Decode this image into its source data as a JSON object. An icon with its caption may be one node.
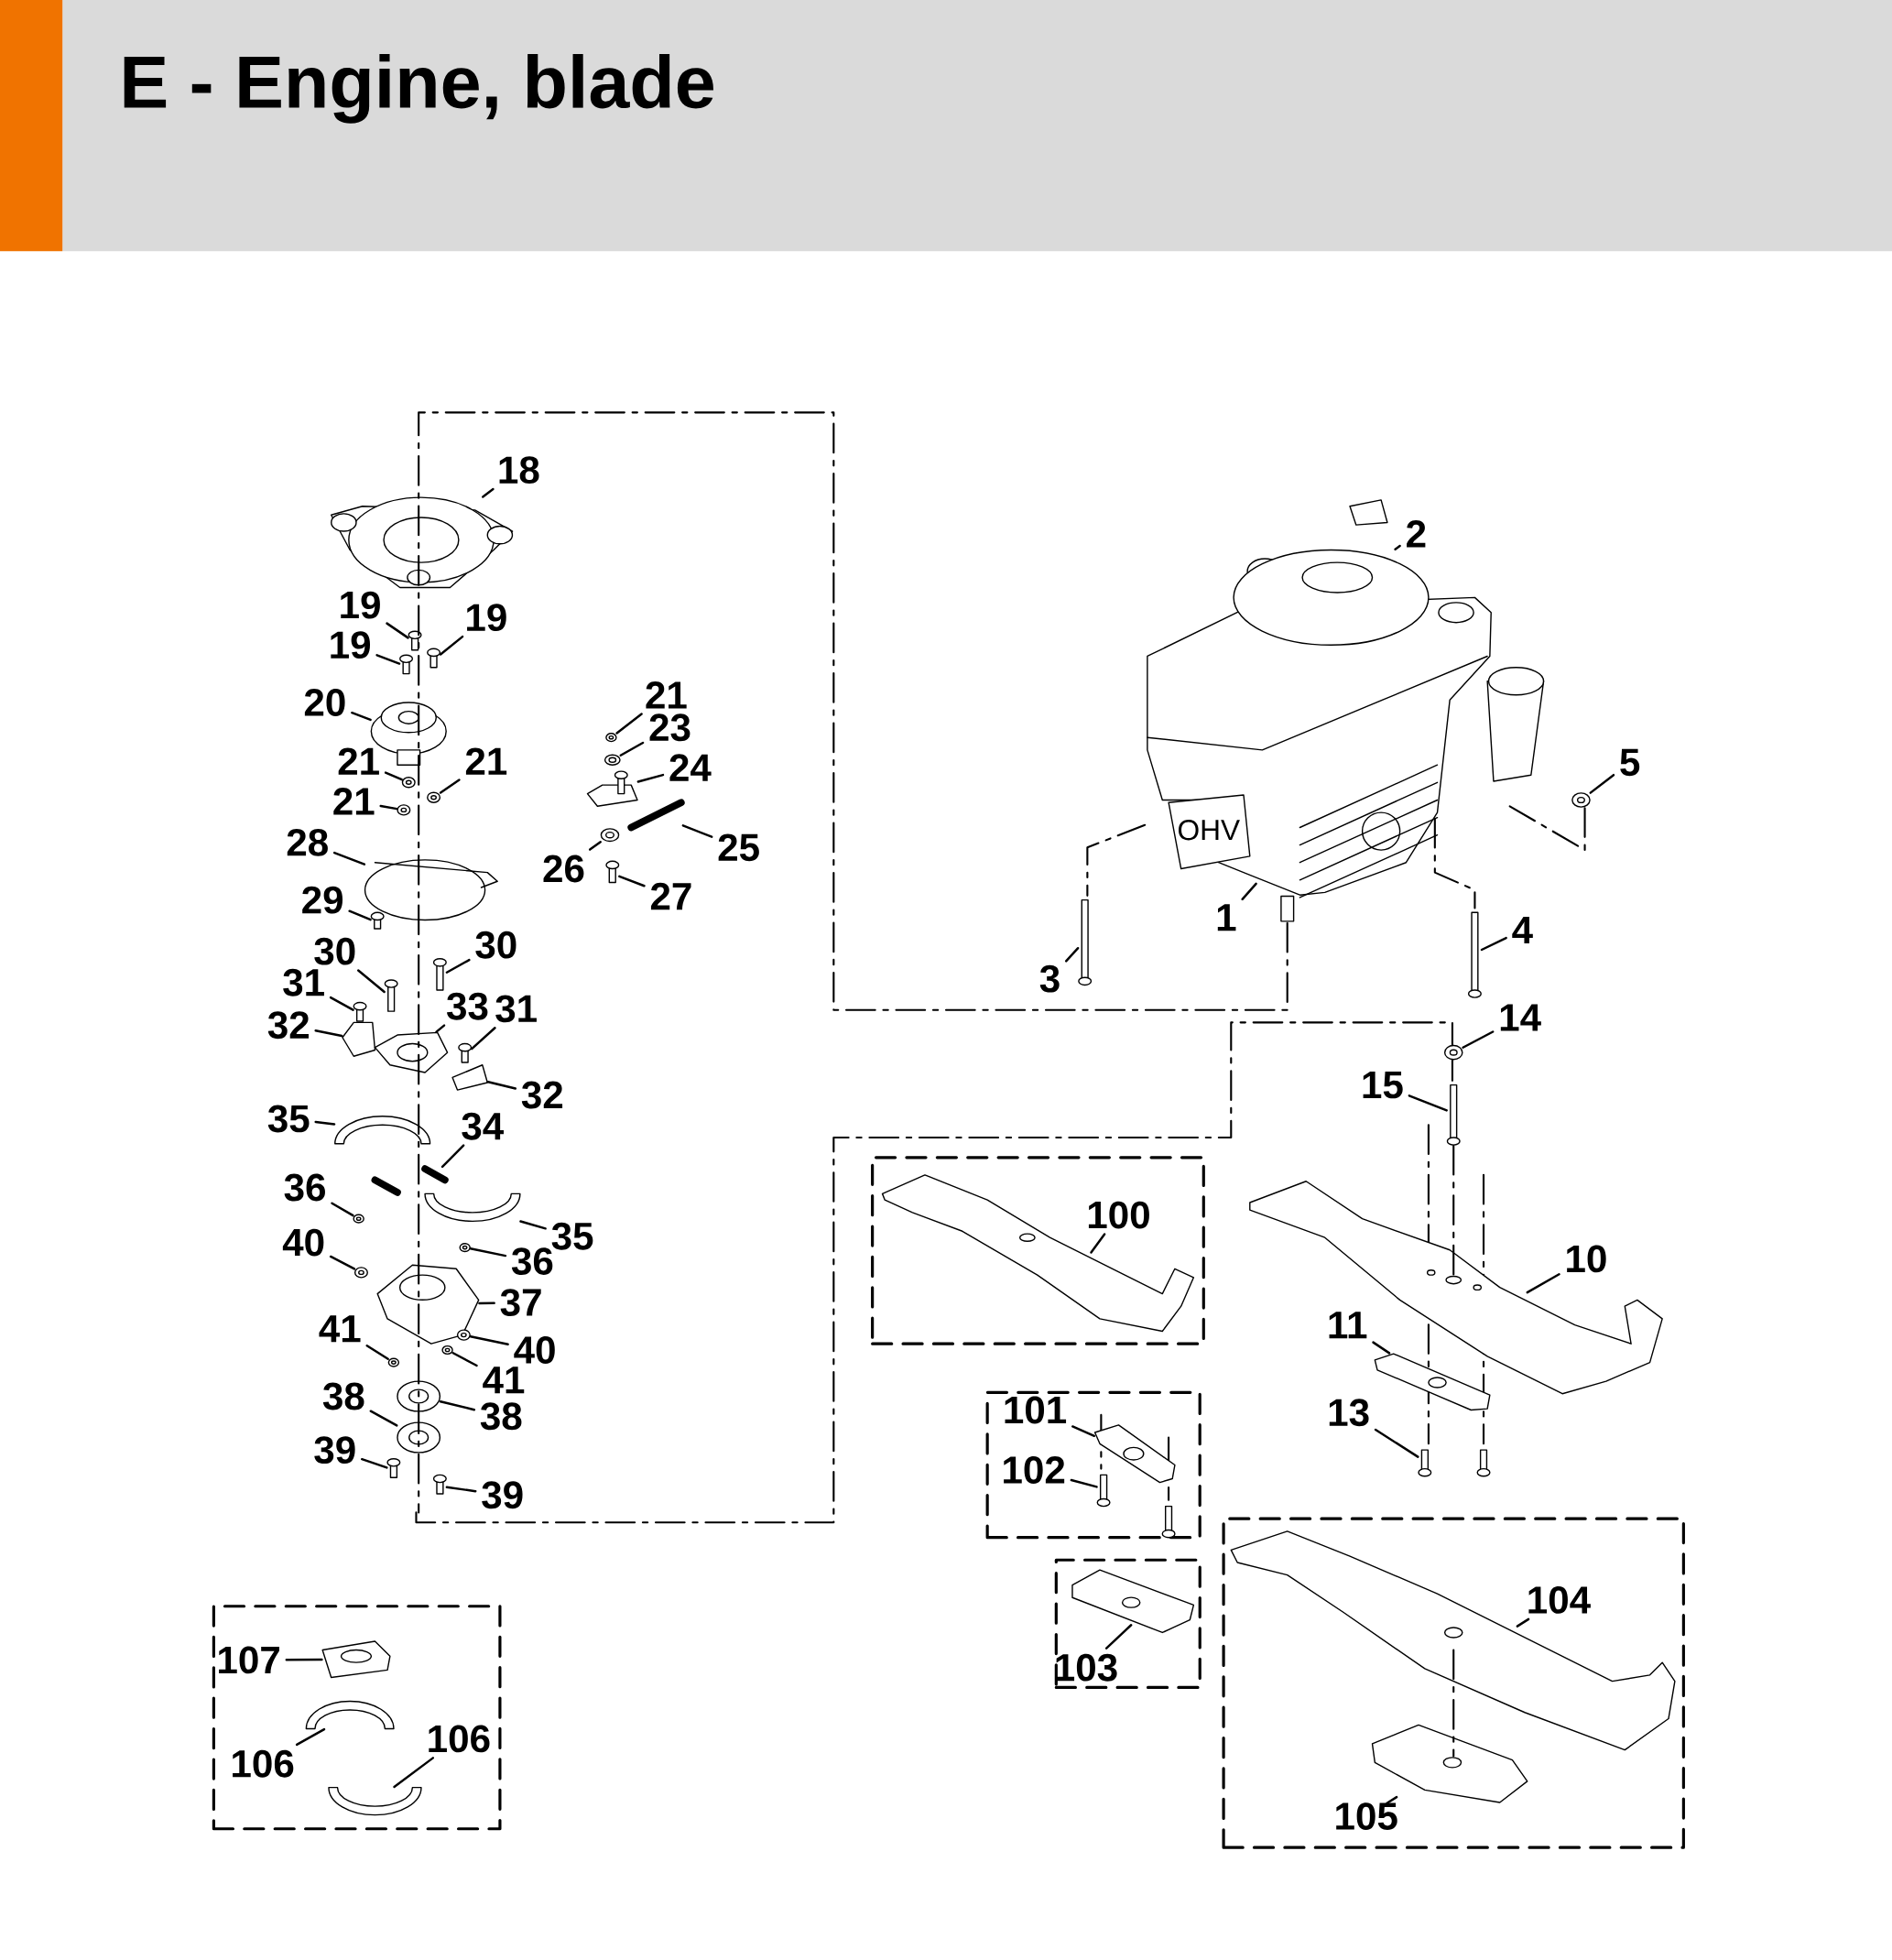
{
  "diagram": {
    "title": "E - Engine, blade",
    "nodes": [
      {
        "text": [
          "18"
        ]
      },
      {
        "text": [
          "19"
        ]
      },
      {
        "text": [
          "19"
        ]
      },
      {
        "text": [
          "19"
        ]
      },
      {
        "text": [
          "20"
        ]
      },
      {
        "text": [
          "21"
        ]
      },
      {
        "text": [
          "21"
        ]
      },
      {
        "text": [
          "21"
        ]
      },
      {
        "text": [
          "21"
        ]
      },
      {
        "text": [
          "23"
        ]
      },
      {
        "text": [
          "24"
        ]
      },
      {
        "text": [
          "25"
        ]
      },
      {
        "text": [
          "26"
        ]
      },
      {
        "text": [
          "27"
        ]
      },
      {
        "text": [
          "28"
        ]
      },
      {
        "text": [
          "29"
        ]
      },
      {
        "text": [
          "30"
        ]
      },
      {
        "text": [
          "30"
        ]
      },
      {
        "text": [
          "31"
        ]
      },
      {
        "text": [
          "32"
        ]
      },
      {
        "text": [
          "33"
        ]
      },
      {
        "text": [
          "31"
        ]
      },
      {
        "text": [
          "32"
        ]
      },
      {
        "text": [
          "35"
        ]
      },
      {
        "text": [
          "34"
        ]
      },
      {
        "text": [
          "36"
        ]
      },
      {
        "text": [
          "35"
        ]
      },
      {
        "text": [
          "40"
        ]
      },
      {
        "text": [
          "36"
        ]
      },
      {
        "text": [
          "37"
        ]
      },
      {
        "text": [
          "41"
        ]
      },
      {
        "text": [
          "40"
        ]
      },
      {
        "text": [
          "41"
        ]
      },
      {
        "text": [
          "38"
        ]
      },
      {
        "text": [
          "38"
        ]
      },
      {
        "text": [
          "39"
        ]
      },
      {
        "text": [
          "39"
        ]
      },
      {
        "text": [],
        "shape": "box"
      },
      {
        "text": [
          "107"
        ],
        "in": 37
      },
      {
        "text": [
          "106"
        ],
        "in": 37
      },
      {
        "text": [
          "106"
        ],
        "in": 37
      },
      {
        "text": [
          "2"
        ]
      },
      {
        "text": [
          "5"
        ]
      },
      {
        "text": [
          "1"
        ]
      },
      {
        "text": [
          "3"
        ]
      },
      {
        "text": [
          "4"
        ]
      },
      {
        "text": [
          "14"
        ]
      },
      {
        "text": [
          "15"
        ]
      },
      {
        "text": [],
        "shape": "box"
      },
      {
        "text": [
          "100"
        ],
        "in": 48
      },
      {
        "text": [
          "10"
        ]
      },
      {
        "text": [
          "11"
        ]
      },
      {
        "text": [
          "13"
        ]
      },
      {
        "text": [],
        "shape": "box"
      },
      {
        "text": [
          "101"
        ],
        "in": 53
      },
      {
        "text": [
          "102"
        ],
        "in": 53
      },
      {
        "text": [],
        "shape": "box"
      },
      {
        "text": [
          "103"
        ],
        "in": 56
      },
      {
        "text": [],
        "shape": "box"
      },
      {
        "text": [
          "104"
        ],
        "in": 58
      },
      {
        "text": [
          "105"
        ],
        "in": 58
      },
      {
        "text": [],
        "shape": "picture"
      },
      {
        "text": [],
        "shape": "picture"
      },
      {
        "text": [],
        "shape": "picture"
      },
      {
        "text": [],
        "shape": "picture"
      },
      {
        "text": [],
        "shape": "picture"
      },
      {
        "text": [],
        "shape": "picture"
      },
      {
        "text": [],
        "shape": "picture"
      },
      {
        "text": [],
        "shape": "picture"
      },
      {
        "text": [],
        "shape": "picture"
      },
      {
        "text": [],
        "shape": "picture"
      },
      {
        "text": [],
        "shape": "picture"
      },
      {
        "text": [],
        "shape": "picture"
      },
      {
        "text": [],
        "shape": "picture"
      },
      {
        "text": [],
        "shape": "picture"
      },
      {
        "text": [],
        "shape": "picture"
      },
      {
        "text": [],
        "shape": "picture"
      },
      {
        "text": [],
        "shape": "picture"
      },
      {
        "text": [],
        "shape": "picture"
      },
      {
        "text": [],
        "shape": "picture"
      },
      {
        "text": [],
        "shape": "picture"
      },
      {
        "text": [],
        "shape": "picture"
      },
      {
        "text": [],
        "shape": "picture"
      },
      {
        "text": [],
        "shape": "picture"
      },
      {
        "text": [],
        "shape": "picture"
      },
      {
        "text": [],
        "shape": "picture"
      },
      {
        "text": [],
        "shape": "picture"
      },
      {
        "text": [],
        "shape": "picture"
      },
      {
        "text": [],
        "shape": "picture"
      },
      {
        "text": [],
        "shape": "picture"
      },
      {
        "text": [],
        "shape": "picture"
      },
      {
        "text": [],
        "shape": "picture"
      },
      {
        "text": [],
        "shape": "picture"
      },
      {
        "text": [],
        "shape": "picture"
      },
      {
        "text": [],
        "shape": "picture"
      },
      {
        "text": [],
        "shape": "picture"
      },
      {
        "text": [],
        "shape": "picture"
      },
      {
        "text": [],
        "shape": "picture"
      },
      {
        "text": [],
        "shape": "picture",
        "in": 37
      },
      {
        "text": [],
        "shape": "picture",
        "in": 37
      },
      {
        "text": [],
        "shape": "picture",
        "in": 37
      },
      {
        "text": [],
        "shape": "picture"
      },
      {
        "text": [],
        "shape": "picture"
      },
      {
        "text": [],
        "shape": "picture"
      },
      {
        "text": [],
        "shape": "picture"
      },
      {
        "text": [],
        "shape": "picture"
      },
      {
        "text": [],
        "shape": "picture"
      },
      {
        "text": [],
        "shape": "picture"
      },
      {
        "text": [],
        "shape": "picture",
        "in": 48
      },
      {
        "text": [],
        "shape": "picture"
      },
      {
        "text": [],
        "shape": "picture"
      },
      {
        "text": [],
        "shape": "picture"
      },
      {
        "text": [],
        "shape": "picture",
        "in": 53
      },
      {
        "text": [],
        "shape": "picture",
        "in": 53
      },
      {
        "text": [],
        "shape": "picture",
        "in": 56
      },
      {
        "text": [],
        "shape": "picture",
        "in": 58
      },
      {
        "text": [],
        "shape": "picture",
        "in": 58
      }
    ],
    "edges": [
      {
        "from": 0,
        "to": 61,
        "arrow": "none"
      },
      {
        "from": 1,
        "to": 62,
        "arrow": "none"
      },
      {
        "from": 2,
        "to": 63,
        "arrow": "none"
      },
      {
        "from": 3,
        "to": 64,
        "arrow": "none"
      },
      {
        "from": 4,
        "to": 65,
        "arrow": "none"
      },
      {
        "from": 5,
        "to": 66,
        "arrow": "none"
      },
      {
        "from": 6,
        "to": 67,
        "arrow": "none"
      },
      {
        "from": 7,
        "to": 68,
        "arrow": "none"
      },
      {
        "from": 8,
        "to": 69,
        "arrow": "none"
      },
      {
        "from": 9,
        "to": 70,
        "arrow": "none"
      },
      {
        "from": 10,
        "to": 71,
        "arrow": "none"
      },
      {
        "from": 11,
        "to": 72,
        "arrow": "none"
      },
      {
        "from": 12,
        "to": 73,
        "arrow": "none"
      },
      {
        "from": 13,
        "to": 74,
        "arrow": "none"
      },
      {
        "from": 14,
        "to": 75,
        "arrow": "none"
      },
      {
        "from": 15,
        "to": 76,
        "arrow": "none"
      },
      {
        "from": 16,
        "to": 77,
        "arrow": "none"
      },
      {
        "from": 17,
        "to": 78,
        "arrow": "none"
      },
      {
        "from": 18,
        "to": 79,
        "arrow": "none"
      },
      {
        "from": 19,
        "to": 80,
        "arrow": "none"
      },
      {
        "from": 20,
        "to": 81,
        "arrow": "none"
      },
      {
        "from": 21,
        "to": 82,
        "arrow": "none"
      },
      {
        "from": 22,
        "to": 83,
        "arrow": "none"
      },
      {
        "from": 23,
        "to": 84,
        "arrow": "none"
      },
      {
        "from": 24,
        "to": 85,
        "arrow": "none"
      },
      {
        "from": 25,
        "to": 86,
        "arrow": "none"
      },
      {
        "from": 26,
        "to": 87,
        "arrow": "none"
      },
      {
        "from": 27,
        "to": 88,
        "arrow": "none"
      },
      {
        "from": 28,
        "to": 89,
        "arrow": "none"
      },
      {
        "from": 29,
        "to": 90,
        "arrow": "none"
      },
      {
        "from": 30,
        "to": 91,
        "arrow": "none"
      },
      {
        "from": 31,
        "to": 92,
        "arrow": "none"
      },
      {
        "from": 32,
        "to": 93,
        "arrow": "none"
      },
      {
        "from": 33,
        "to": 94,
        "arrow": "none"
      },
      {
        "from": 34,
        "to": 95,
        "arrow": "none"
      },
      {
        "from": 35,
        "to": 96,
        "arrow": "none"
      },
      {
        "from": 36,
        "to": 97,
        "arrow": "none"
      },
      {
        "from": 38,
        "to": 98,
        "arrow": "none"
      },
      {
        "from": 39,
        "to": 99,
        "arrow": "none"
      },
      {
        "from": 40,
        "to": 100,
        "arrow": "none"
      },
      {
        "from": 41,
        "to": 101,
        "arrow": "none"
      },
      {
        "from": 42,
        "to": 102,
        "arrow": "none"
      },
      {
        "from": 43,
        "to": 103,
        "arrow": "none"
      },
      {
        "from": 44,
        "to": 104,
        "arrow": "none"
      },
      {
        "from": 45,
        "to": 105,
        "arrow": "none"
      },
      {
        "from": 46,
        "to": 106,
        "arrow": "none"
      },
      {
        "from": 47,
        "to": 107,
        "arrow": "none"
      },
      {
        "from": 49,
        "to": 108,
        "arrow": "none"
      },
      {
        "from": 50,
        "to": 109,
        "arrow": "none"
      },
      {
        "from": 51,
        "to": 110,
        "arrow": "none"
      },
      {
        "from": 52,
        "to": 111,
        "arrow": "none"
      },
      {
        "from": 54,
        "to": 112,
        "arrow": "none"
      },
      {
        "from": 55,
        "to": 113,
        "arrow": "none"
      },
      {
        "from": 57,
        "to": 114,
        "arrow": "none"
      },
      {
        "from": 59,
        "to": 115,
        "arrow": "none"
      },
      {
        "from": 60,
        "to": 116,
        "arrow": "none"
      },
      {
        "from": 103,
        "to": null,
        "arrow": "none",
        "style": "dashed"
      },
      {
        "from": null,
        "to": 106,
        "arrow": "none",
        "style": "dashed"
      },
      {
        "from": 106,
        "to": 107,
        "arrow": "none",
        "style": "dashed"
      },
      {
        "from": 107,
        "to": 109,
        "arrow": "none",
        "style": "dashed"
      },
      {
        "from": 103,
        "to": 105,
        "arrow": "none",
        "style": "dashed"
      },
      {
        "from": 103,
        "to": 104,
        "arrow": "none",
        "style": "dashed"
      },
      {
        "from": 103,
        "to": 102,
        "arrow": "none",
        "style": "dashed"
      },
      {
        "from": 115,
        "to": 116,
        "arrow": "none",
        "style": "dashed"
      }
    ],
    "labels": [
      "OHV"
    ]
  }
}
